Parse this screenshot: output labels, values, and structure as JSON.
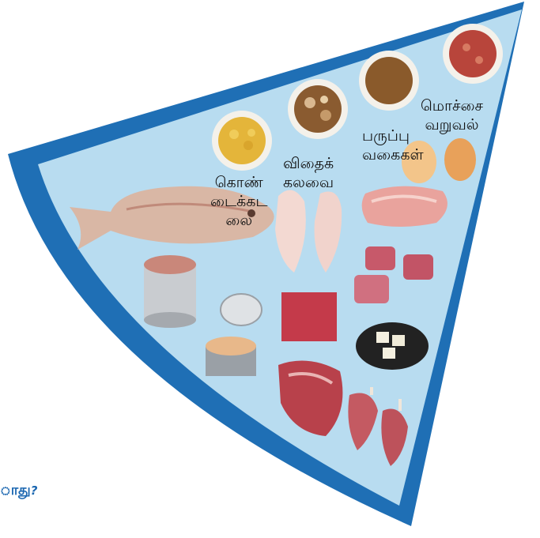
{
  "colors": {
    "wedge_fill": "#b8dcf0",
    "wedge_border": "#1f6fb5",
    "question_text": "#1a66b0"
  },
  "labels": {
    "legumes": "கொண்\nடைக்கட\nலை",
    "seeds_nuts": "விதைக்\nகலவை",
    "pulses": "பருப்பு\nவகைகள்",
    "roasted": "மொச்சை\nவறுவல்"
  },
  "question": {
    "text": "ாது",
    "mark": "?"
  },
  "foods": [
    "bowl-of-chickpeas",
    "bowl-of-mixed-nuts",
    "bowl-of-lentils",
    "bowl-of-peanuts",
    "eggs",
    "whole-fish",
    "chicken-breasts",
    "pork-chop",
    "diced-meat",
    "canned-salmon",
    "tuna-can",
    "minced-meat",
    "tofu-bowl",
    "beef-steak",
    "lamb-cutlets"
  ]
}
